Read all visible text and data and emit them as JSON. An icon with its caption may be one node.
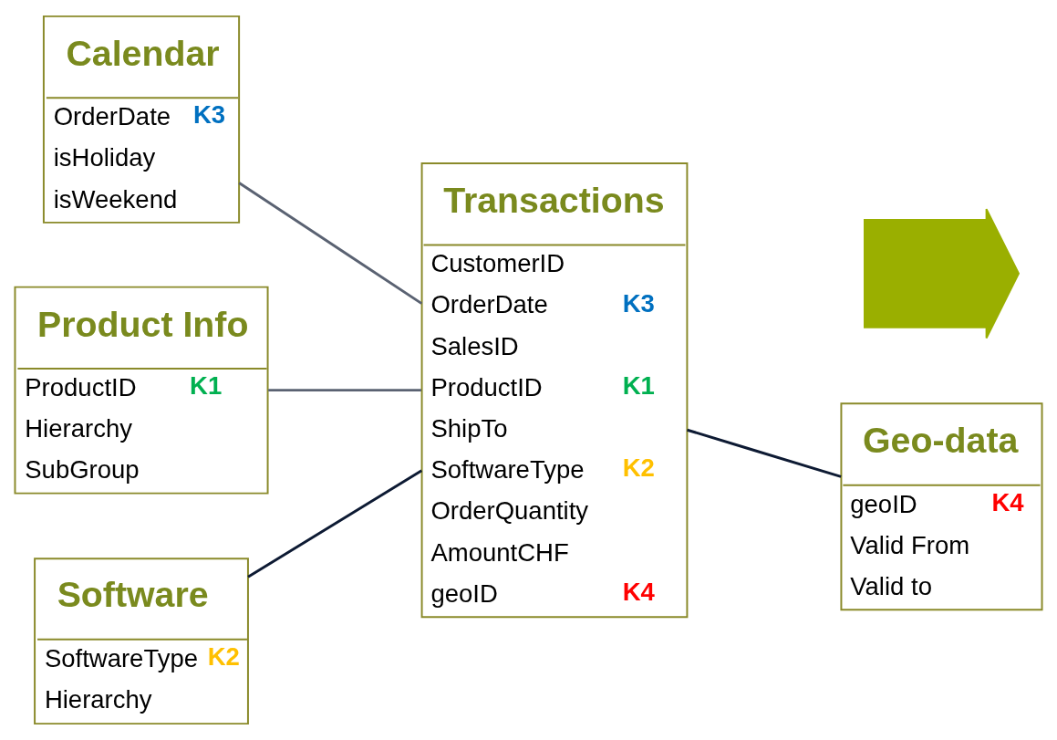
{
  "diagram": {
    "nodes": [
      {
        "text": [
          "Calendar",
          "OrderDate",
          "K3",
          "isHoliday",
          "isWeekend"
        ]
      },
      {
        "text": [
          "Transactions",
          "CustomerID",
          "OrderDate",
          "K3",
          "SalesID",
          "ProductID",
          "K1",
          "ShipTo",
          "SoftwareType",
          "K2",
          "OrderQuantity",
          "AmountCHF",
          "geoID",
          "K4"
        ]
      },
      {
        "text": [
          "Product Info",
          "ProductID",
          "K1",
          "Hierarchy",
          "SubGroup"
        ]
      },
      {
        "text": [
          "Software",
          "SoftwareType",
          "K2",
          "Hierarchy"
        ]
      },
      {
        "text": [],
        "shape": "arrow"
      },
      {
        "text": [
          "Geo-data",
          "geoID",
          "K4",
          "Valid From",
          "Valid to"
        ]
      }
    ],
    "edges": [
      {
        "from": 0,
        "to": 1,
        "arrow": "none",
        "color": "#5a6272"
      },
      {
        "from": 2,
        "to": 1,
        "arrow": "none",
        "color": "#5a6272"
      },
      {
        "from": 3,
        "to": 1,
        "arrow": "none",
        "color": "#0d1a33"
      },
      {
        "from": 1,
        "to": 5,
        "arrow": "none",
        "color": "#0d1a33"
      }
    ]
  }
}
